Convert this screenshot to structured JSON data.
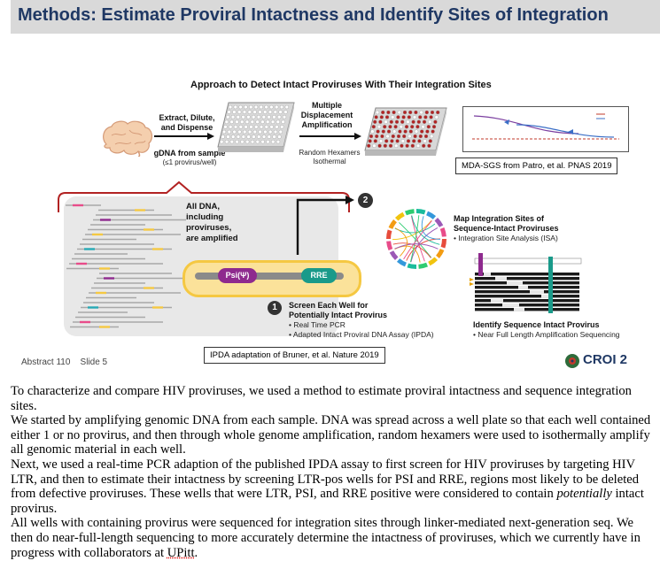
{
  "slide": {
    "title": "Methods: Estimate Proviral Intactness and Identify Sites of Integration",
    "figure_title": "Approach to Detect Intact Proviruses With Their Integration Sites",
    "step_extract": [
      "Extract, Dilute,",
      "and Dispense"
    ],
    "step_mda": [
      "Multiple",
      "Displacement",
      "Amplification"
    ],
    "gdna_label": "gDNA from sample",
    "gdna_sub": "(≤1 provirus/well)",
    "random_hexamers": [
      "Random Hexamers",
      "Isothermal"
    ],
    "citation_mda": "MDA-SGS from Patro, et al. PNAS 2019",
    "amplified_text": [
      "All DNA,",
      "including",
      "proviruses,",
      "are amplified"
    ],
    "psi_label": "Psi(Ψ)",
    "rre_label": "RRE",
    "step1_num": "1",
    "step2_num": "2",
    "screen_title": [
      "Screen Each Well for",
      "Potentially Intact Provirus"
    ],
    "screen_bullets": [
      "• Real Time PCR",
      "• Adapted Intact Proviral DNA Assay (IPDA)"
    ],
    "map_title": [
      "Map Integration Sites of",
      "Sequence-Intact Proviruses"
    ],
    "map_bullets": [
      "• Integration Site Analysis (ISA)"
    ],
    "identify_title": "Identify Sequence Intact Provirus",
    "identify_bullets": [
      "• Near Full Length Amplification Sequencing"
    ],
    "citation_ipda": "IPDA adaptation of Bruner, et al. Nature 2019",
    "footer_abstract": "Abstract 110",
    "footer_slide": "Slide 5",
    "croi_text": "CROI 2"
  },
  "body": {
    "p1": "To characterize and compare HIV proviruses, we used a method to estimate proviral intactness and sequence integration sites.",
    "p2": "We started by amplifying genomic DNA from each sample. DNA was spread across a well plate so that each well contained either 1 or no provirus, and then through whole genome amplification, random hexamers were used to isothermally amplify all genomic material in each well.",
    "p3_a": "Next, we used a real-time PCR adaption of the published IPDA assay to first screen for HIV proviruses by targeting HIV LTR, and then to estimate their intactness by screening LTR-pos wells for PSI and RRE, regions most likely to be deleted from defective proviruses. These wells that were LTR, PSI, and RRE positive were considered to contain ",
    "p3_em": "potentially",
    "p3_b": " intact provirus.",
    "p4_a": "All wells with containing provirus were sequenced for integration sites through linker-mediated next-generation seq. We then do near-full-length sequencing to more accurately determine the intactness of proviruses, which we currently have in progress with collaborators at ",
    "p4_u": "UPitt",
    "p4_b": "."
  },
  "colors": {
    "title_text": "#1f3864",
    "title_bg": "#d9d9d9",
    "accent_red": "#b22222",
    "psi_purple": "#8e2a8e",
    "rre_teal": "#1a9a8a",
    "provirus_yellow": "#f5c842"
  },
  "icons": [
    "brain-icon",
    "well-plate-icon",
    "circos-plot-icon",
    "sequence-alignment-icon",
    "croi-logo-icon"
  ]
}
